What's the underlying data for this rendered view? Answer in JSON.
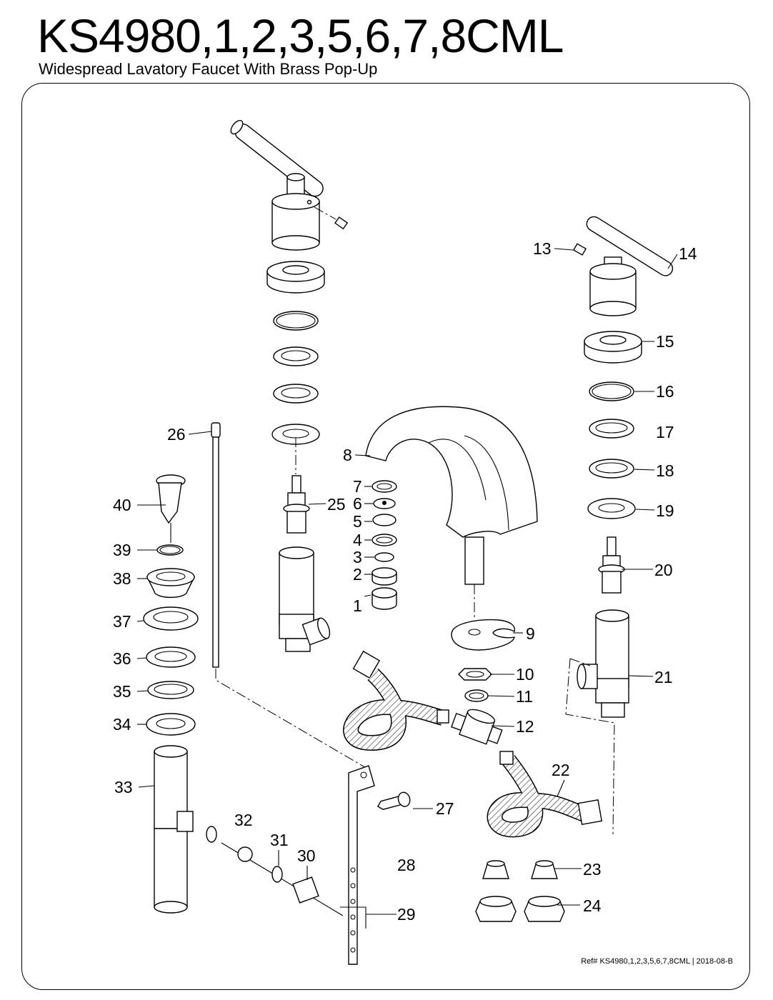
{
  "header": {
    "model": "KS4980,1,2,3,5,6,7,8CML",
    "subtitle": "Widespread Lavatory Faucet With Brass Pop-Up"
  },
  "footer": {
    "reference": "Ref# KS4980,1,2,3,5,6,7,8CML | 2018-08-B"
  },
  "callouts": [
    "1",
    "2",
    "3",
    "4",
    "5",
    "6",
    "7",
    "8",
    "9",
    "10",
    "11",
    "12",
    "13",
    "14",
    "15",
    "16",
    "17",
    "18",
    "19",
    "20",
    "21",
    "22",
    "23",
    "24",
    "25",
    "26",
    "27",
    "28",
    "29",
    "30",
    "31",
    "32",
    "33",
    "34",
    "35",
    "36",
    "37",
    "38",
    "39",
    "40"
  ]
}
